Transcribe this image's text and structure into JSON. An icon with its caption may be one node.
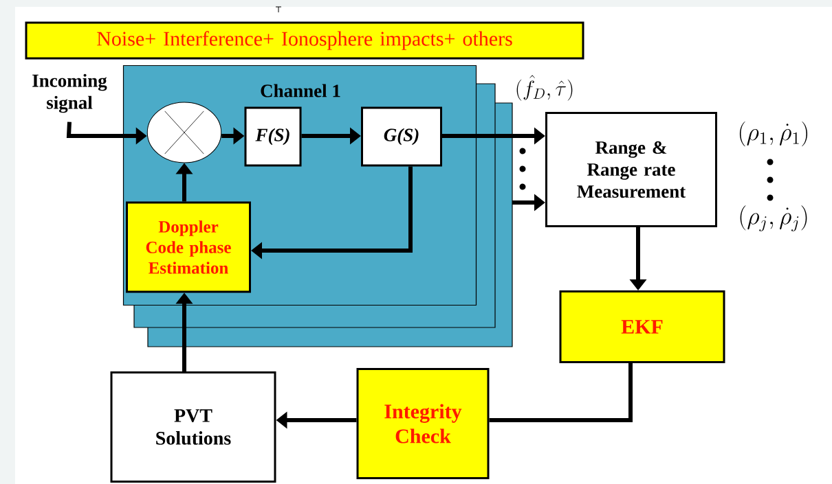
{
  "diagram": {
    "nodes": [
      {
        "text": [
          "Noise+ Interference+ Ionosphere impacts+ others"
        ]
      },
      {
        "text": [
          "Incoming signal"
        ]
      },
      {
        "text": [
          "Channel 1"
        ]
      },
      {
        "text": [],
        "shape": "circle",
        "in": 2
      },
      {
        "text": [
          "*F(S)*"
        ],
        "in": 2
      },
      {
        "text": [
          "*G(S)*"
        ],
        "in": 2
      },
      {
        "text": [
          "Doppler Code phase Estimation"
        ],
        "in": 2
      },
      {
        "text": [
          "Range & Range rate Measurement"
        ],
        "beside": [
          "(\\rho_1,\\dot{\\rho}_1)",
          "(\\rho_j,\\dot{\\rho}_j)"
        ]
      },
      {
        "text": [
          "EKF"
        ]
      },
      {
        "text": [
          "Integrity Check"
        ]
      },
      {
        "text": [
          "PVT Solutions"
        ]
      }
    ],
    "edges": [
      {
        "from": 1,
        "to": 3,
        "arrow": "to"
      },
      {
        "from": 3,
        "to": 4,
        "arrow": "to"
      },
      {
        "from": 4,
        "to": 5,
        "arrow": "to"
      },
      {
        "from": 5,
        "to": 7,
        "arrow": "to"
      },
      {
        "from": null,
        "to": 7,
        "arrow": "to"
      },
      {
        "from": 5,
        "to": 6,
        "arrow": "to"
      },
      {
        "from": 6,
        "to": 3,
        "arrow": "to"
      },
      {
        "from": 7,
        "to": 8,
        "arrow": "to"
      },
      {
        "from": 8,
        "to": 9,
        "arrow": "none"
      },
      {
        "from": 9,
        "to": 10,
        "arrow": "to"
      },
      {
        "from": 10,
        "to": 6,
        "arrow": "to"
      }
    ],
    "labels": [
      "(\\hat{f}_D,\\hat{\\tau})"
    ]
  }
}
